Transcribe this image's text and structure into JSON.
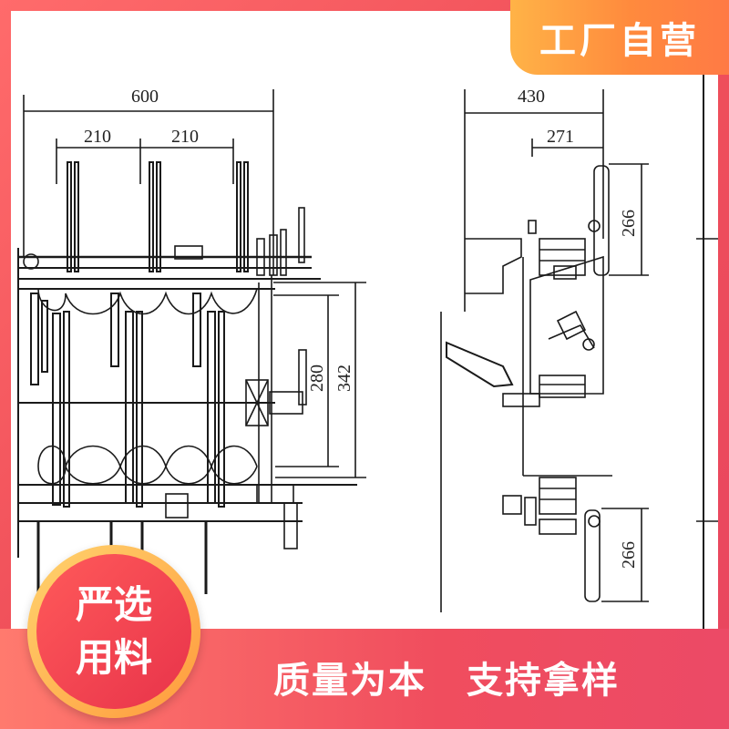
{
  "badge": {
    "top_right": "工厂自营",
    "circle_line1": "严选",
    "circle_line2": "用料"
  },
  "slogan": {
    "left": "质量为本",
    "right": "支持拿样"
  },
  "drawing": {
    "dims": {
      "total_width": "600",
      "pitch_1": "210",
      "pitch_2": "210",
      "height_1": "280",
      "height_2": "342",
      "side_depth": "430",
      "side_inner": "271",
      "upper_vertical": "266",
      "lower_vertical": "266"
    }
  },
  "colors": {
    "frame": "#f0505a",
    "badge_top": "#ff8a3d",
    "circle_ring": "#ffb347",
    "circle_fill": "#e8334a",
    "line": "#1a1a1a"
  }
}
